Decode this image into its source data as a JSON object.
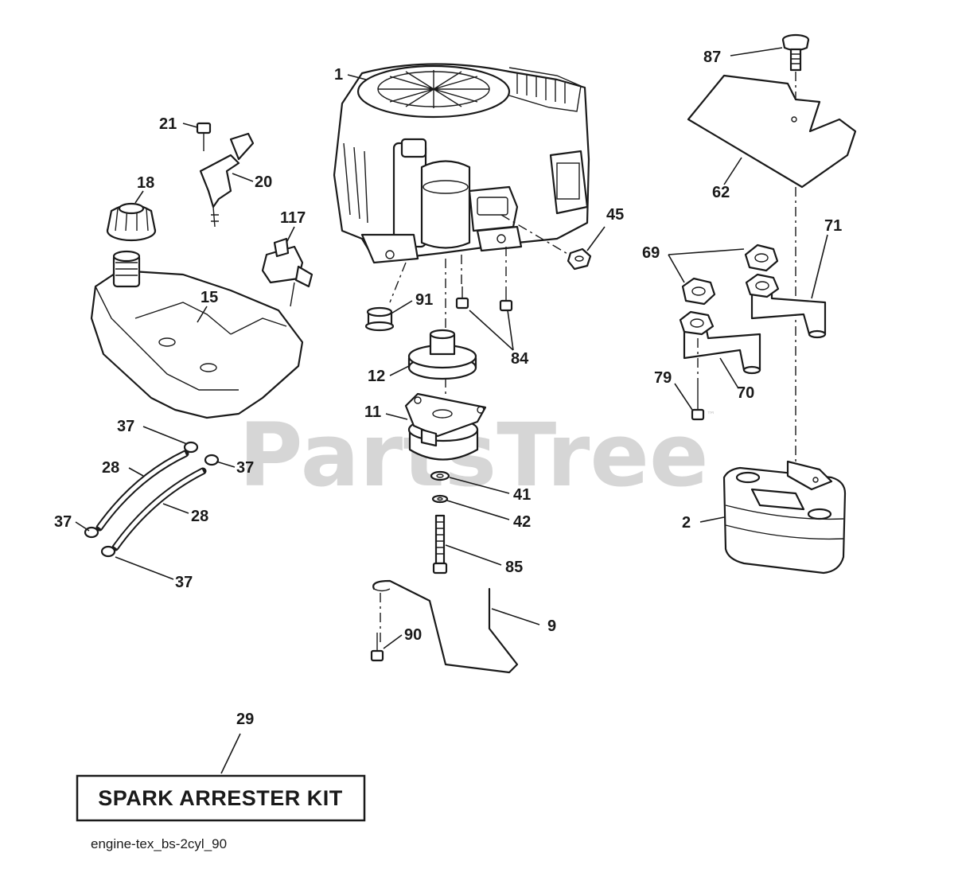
{
  "watermark": {
    "text": "PartsTree",
    "trademark": "™"
  },
  "kit": {
    "label": "SPARK ARRESTER KIT"
  },
  "diagram_ref": "engine-tex_bs-2cyl_90",
  "callouts": {
    "c1": "1",
    "c21": "21",
    "c20": "20",
    "c18": "18",
    "c117": "117",
    "c15": "15",
    "c37a": "37",
    "c37b": "37",
    "c37c": "37",
    "c37d": "37",
    "c28a": "28",
    "c28b": "28",
    "c91": "91",
    "c84": "84",
    "c12": "12",
    "c11": "11",
    "c41": "41",
    "c42": "42",
    "c85": "85",
    "c9": "9",
    "c90": "90",
    "c45": "45",
    "c87": "87",
    "c62": "62",
    "c69": "69",
    "c71": "71",
    "c79": "79",
    "c70": "70",
    "c2": "2",
    "c29": "29"
  }
}
